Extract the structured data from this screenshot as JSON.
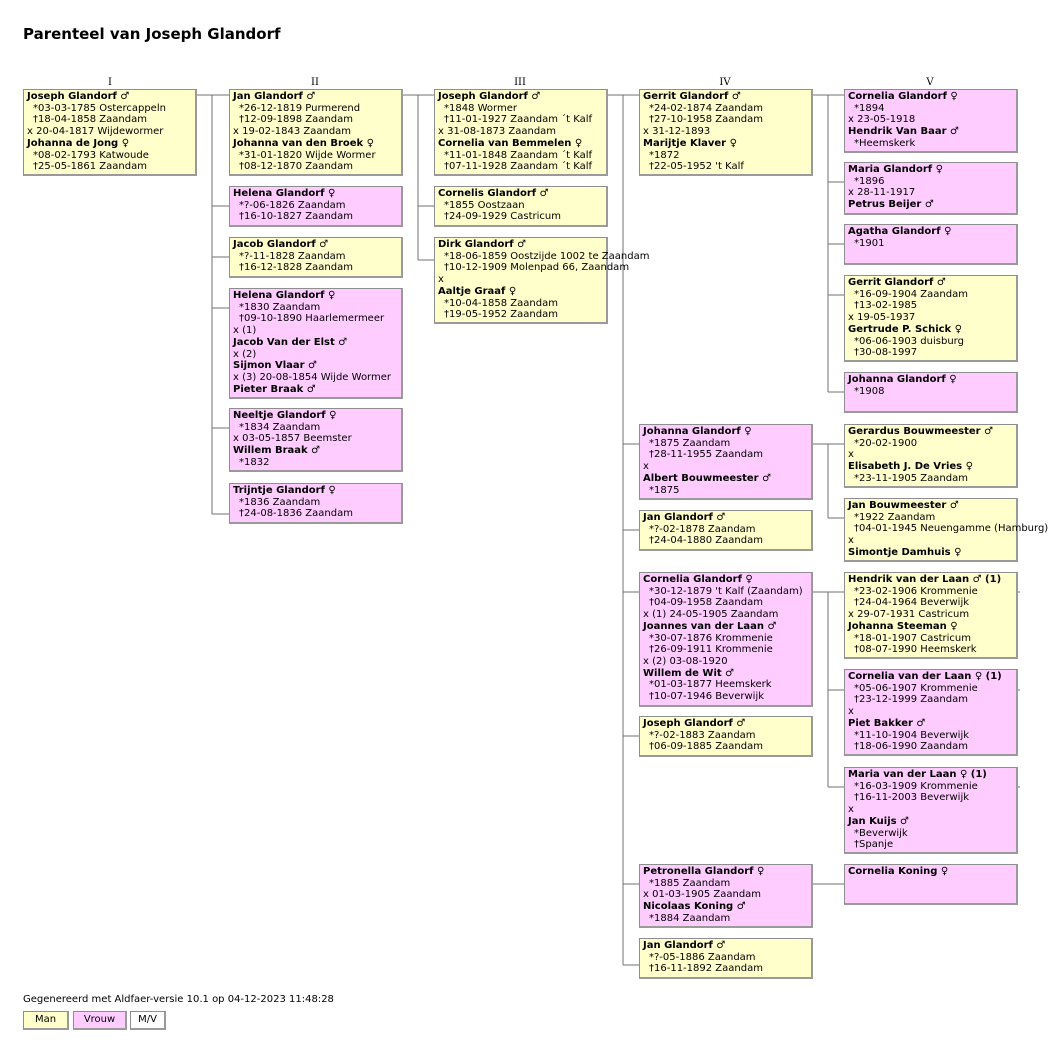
{
  "title": "Parenteel van Joseph Glandorf",
  "generations": [
    "I",
    "II",
    "III",
    "IV",
    "V"
  ],
  "persons": {
    "p1": {
      "sex": "m",
      "lines": [
        {
          "t": "n",
          "v": "Joseph Glandorf ♂"
        },
        {
          "t": "e",
          "v": "*03-03-1785 Ostercappeln"
        },
        {
          "t": "e",
          "v": "†18-04-1858 Zaandam"
        },
        {
          "t": "x",
          "v": "x 20-04-1817 Wijdewormer"
        },
        {
          "t": "n",
          "v": "Johanna de Jong ♀"
        },
        {
          "t": "e",
          "v": "*08-02-1793 Katwoude"
        },
        {
          "t": "e",
          "v": "†25-05-1861 Zaandam"
        }
      ]
    },
    "p2": {
      "sex": "m",
      "lines": [
        {
          "t": "n",
          "v": "Jan Glandorf ♂"
        },
        {
          "t": "e",
          "v": "*26-12-1819 Purmerend"
        },
        {
          "t": "e",
          "v": "†12-09-1898 Zaandam"
        },
        {
          "t": "x",
          "v": "x 19-02-1843 Zaandam"
        },
        {
          "t": "n",
          "v": "Johanna van den Broek ♀"
        },
        {
          "t": "e",
          "v": "*31-01-1820 Wijde Wormer"
        },
        {
          "t": "e",
          "v": "†08-12-1870 Zaandam"
        }
      ]
    },
    "p3": {
      "sex": "f",
      "lines": [
        {
          "t": "n",
          "v": "Helena Glandorf ♀"
        },
        {
          "t": "e",
          "v": "*?-06-1826 Zaandam"
        },
        {
          "t": "e",
          "v": "†16-10-1827 Zaandam"
        }
      ]
    },
    "p4": {
      "sex": "m",
      "lines": [
        {
          "t": "n",
          "v": "Jacob Glandorf ♂"
        },
        {
          "t": "e",
          "v": "*?-11-1828 Zaandam"
        },
        {
          "t": "e",
          "v": "†16-12-1828 Zaandam"
        }
      ]
    },
    "p5": {
      "sex": "f",
      "lines": [
        {
          "t": "n",
          "v": "Helena Glandorf ♀"
        },
        {
          "t": "e",
          "v": "*1830 Zaandam"
        },
        {
          "t": "e",
          "v": "†09-10-1890 Haarlemermeer"
        },
        {
          "t": "x",
          "v": "x (1)"
        },
        {
          "t": "n",
          "v": "Jacob Van der Elst ♂"
        },
        {
          "t": "x",
          "v": "x (2)"
        },
        {
          "t": "n",
          "v": "Sijmon Vlaar ♂"
        },
        {
          "t": "x",
          "v": "x (3) 20-08-1854 Wijde Wormer"
        },
        {
          "t": "n",
          "v": "Pieter Braak ♂"
        }
      ]
    },
    "p6": {
      "sex": "f",
      "lines": [
        {
          "t": "n",
          "v": "Neeltje Glandorf ♀"
        },
        {
          "t": "e",
          "v": "*1834 Zaandam"
        },
        {
          "t": "x",
          "v": "x 03-05-1857 Beemster"
        },
        {
          "t": "n",
          "v": "Willem Braak ♂"
        },
        {
          "t": "e",
          "v": "*1832"
        }
      ]
    },
    "p7": {
      "sex": "f",
      "lines": [
        {
          "t": "n",
          "v": "Trijntje Glandorf ♀"
        },
        {
          "t": "e",
          "v": "*1836 Zaandam"
        },
        {
          "t": "e",
          "v": "†24-08-1836 Zaandam"
        }
      ]
    },
    "p8": {
      "sex": "m",
      "lines": [
        {
          "t": "n",
          "v": "Joseph Glandorf ♂"
        },
        {
          "t": "e",
          "v": "*1848 Wormer"
        },
        {
          "t": "e",
          "v": "†11-01-1927 Zaandam ´t Kalf"
        },
        {
          "t": "x",
          "v": "x 31-08-1873 Zaandam"
        },
        {
          "t": "n",
          "v": "Cornelia van Bemmelen ♀"
        },
        {
          "t": "e",
          "v": "*11-01-1848 Zaandam ´t Kalf"
        },
        {
          "t": "e",
          "v": "†07-11-1928 Zaandam ´t Kalf"
        }
      ]
    },
    "p9": {
      "sex": "m",
      "lines": [
        {
          "t": "n",
          "v": "Cornelis Glandorf ♂"
        },
        {
          "t": "e",
          "v": "*1855 Oostzaan"
        },
        {
          "t": "e",
          "v": "†24-09-1929 Castricum"
        }
      ]
    },
    "p10": {
      "sex": "m",
      "lines": [
        {
          "t": "n",
          "v": "Dirk Glandorf ♂"
        },
        {
          "t": "e",
          "v": "*18-06-1859 Oostzijde 1002 te Zaandam"
        },
        {
          "t": "e",
          "v": "†10-12-1909 Molenpad 66, Zaandam"
        },
        {
          "t": "x",
          "v": "x"
        },
        {
          "t": "n",
          "v": "Aaltje Graaf ♀"
        },
        {
          "t": "e",
          "v": "*10-04-1858 Zaandam"
        },
        {
          "t": "e",
          "v": "†19-05-1952 Zaandam"
        }
      ]
    },
    "p11": {
      "sex": "m",
      "lines": [
        {
          "t": "n",
          "v": "Gerrit Glandorf ♂"
        },
        {
          "t": "e",
          "v": "*24-02-1874 Zaandam"
        },
        {
          "t": "e",
          "v": "†27-10-1958 Zaandam"
        },
        {
          "t": "x",
          "v": "x 31-12-1893"
        },
        {
          "t": "n",
          "v": "Marijtje Klaver ♀"
        },
        {
          "t": "e",
          "v": "*1872"
        },
        {
          "t": "e",
          "v": "†22-05-1952 't Kalf"
        }
      ]
    },
    "p12": {
      "sex": "f",
      "lines": [
        {
          "t": "n",
          "v": "Johanna Glandorf ♀"
        },
        {
          "t": "e",
          "v": "*1875 Zaandam"
        },
        {
          "t": "e",
          "v": "†28-11-1955 Zaandam"
        },
        {
          "t": "x",
          "v": "x"
        },
        {
          "t": "n",
          "v": "Albert Bouwmeester ♂"
        },
        {
          "t": "e",
          "v": "*1875"
        }
      ]
    },
    "p13": {
      "sex": "m",
      "lines": [
        {
          "t": "n",
          "v": "Jan Glandorf ♂"
        },
        {
          "t": "e",
          "v": "*?-02-1878 Zaandam"
        },
        {
          "t": "e",
          "v": "†24-04-1880 Zaandam"
        }
      ]
    },
    "p14": {
      "sex": "f",
      "lines": [
        {
          "t": "n",
          "v": "Cornelia Glandorf ♀"
        },
        {
          "t": "e",
          "v": "*30-12-1879 't Kalf (Zaandam)"
        },
        {
          "t": "e",
          "v": "†04-09-1958 Zaandam"
        },
        {
          "t": "x",
          "v": "x (1) 24-05-1905 Zaandam"
        },
        {
          "t": "n",
          "v": "Joannes van der Laan ♂"
        },
        {
          "t": "e",
          "v": "*30-07-1876 Krommenie"
        },
        {
          "t": "e",
          "v": "†26-09-1911 Krommenie"
        },
        {
          "t": "x",
          "v": "x (2) 03-08-1920"
        },
        {
          "t": "n",
          "v": "Willem de Wit ♂"
        },
        {
          "t": "e",
          "v": "*01-03-1877 Heemskerk"
        },
        {
          "t": "e",
          "v": "†10-07-1946 Beverwijk"
        }
      ]
    },
    "p15": {
      "sex": "m",
      "lines": [
        {
          "t": "n",
          "v": "Joseph Glandorf ♂"
        },
        {
          "t": "e",
          "v": "*?-02-1883 Zaandam"
        },
        {
          "t": "e",
          "v": "†06-09-1885 Zaandam"
        }
      ]
    },
    "p16": {
      "sex": "f",
      "lines": [
        {
          "t": "n",
          "v": "Petronella Glandorf ♀"
        },
        {
          "t": "e",
          "v": "*1885 Zaandam"
        },
        {
          "t": "x",
          "v": "x 01-03-1905 Zaandam"
        },
        {
          "t": "n",
          "v": "Nicolaas Koning ♂"
        },
        {
          "t": "e",
          "v": "*1884 Zaandam"
        }
      ]
    },
    "p17": {
      "sex": "m",
      "lines": [
        {
          "t": "n",
          "v": "Jan Glandorf ♂"
        },
        {
          "t": "e",
          "v": "*?-05-1886 Zaandam"
        },
        {
          "t": "e",
          "v": "†16-11-1892 Zaandam"
        }
      ]
    },
    "p18": {
      "sex": "f",
      "lines": [
        {
          "t": "n",
          "v": "Cornelia Glandorf ♀"
        },
        {
          "t": "e",
          "v": "*1894"
        },
        {
          "t": "x",
          "v": "x 23-05-1918"
        },
        {
          "t": "n",
          "v": "Hendrik Van Baar ♂"
        },
        {
          "t": "e",
          "v": "*Heemskerk"
        }
      ]
    },
    "p19": {
      "sex": "f",
      "lines": [
        {
          "t": "n",
          "v": "Maria Glandorf ♀"
        },
        {
          "t": "e",
          "v": "*1896"
        },
        {
          "t": "x",
          "v": "x 28-11-1917"
        },
        {
          "t": "n",
          "v": "Petrus Beijer ♂"
        }
      ]
    },
    "p20": {
      "sex": "f",
      "lines": [
        {
          "t": "n",
          "v": "Agatha Glandorf ♀"
        },
        {
          "t": "e",
          "v": "*1901"
        }
      ]
    },
    "p21": {
      "sex": "m",
      "lines": [
        {
          "t": "n",
          "v": "Gerrit Glandorf ♂"
        },
        {
          "t": "e",
          "v": "*16-09-1904 Zaandam"
        },
        {
          "t": "e",
          "v": "†13-02-1985"
        },
        {
          "t": "x",
          "v": "x 19-05-1937"
        },
        {
          "t": "n",
          "v": "Gertrude P. Schick ♀"
        },
        {
          "t": "e",
          "v": "*06-06-1903 duisburg"
        },
        {
          "t": "e",
          "v": "†30-08-1997"
        }
      ]
    },
    "p22": {
      "sex": "f",
      "lines": [
        {
          "t": "n",
          "v": "Johanna Glandorf ♀"
        },
        {
          "t": "e",
          "v": "*1908"
        }
      ]
    },
    "p23": {
      "sex": "m",
      "lines": [
        {
          "t": "n",
          "v": "Gerardus Bouwmeester ♂"
        },
        {
          "t": "e",
          "v": "*20-02-1900"
        },
        {
          "t": "x",
          "v": "x"
        },
        {
          "t": "n",
          "v": "Elisabeth J. De Vries ♀"
        },
        {
          "t": "e",
          "v": "*23-11-1905 Zaandam"
        }
      ]
    },
    "p24": {
      "sex": "m",
      "lines": [
        {
          "t": "n",
          "v": "Jan Bouwmeester ♂"
        },
        {
          "t": "e",
          "v": "*1922 Zaandam"
        },
        {
          "t": "e",
          "v": "†04-01-1945 Neuengamme (Hamburg)"
        },
        {
          "t": "x",
          "v": "x"
        },
        {
          "t": "n",
          "v": "Simontje Damhuis ♀"
        }
      ]
    },
    "p25": {
      "sex": "m",
      "lines": [
        {
          "t": "n",
          "v": "Hendrik van der Laan ♂ (1)"
        },
        {
          "t": "e",
          "v": "*23-02-1906 Krommenie"
        },
        {
          "t": "e",
          "v": "†24-04-1964 Beverwijk"
        },
        {
          "t": "x",
          "v": "x 29-07-1931 Castricum"
        },
        {
          "t": "n",
          "v": "Johanna Steeman ♀"
        },
        {
          "t": "e",
          "v": "*18-01-1907 Castricum"
        },
        {
          "t": "e",
          "v": "†08-07-1990 Heemskerk"
        }
      ]
    },
    "p26": {
      "sex": "f",
      "lines": [
        {
          "t": "n",
          "v": "Cornelia van der Laan ♀ (1)"
        },
        {
          "t": "e",
          "v": "*05-06-1907 Krommenie"
        },
        {
          "t": "e",
          "v": "†23-12-1999 Zaandam"
        },
        {
          "t": "x",
          "v": "x"
        },
        {
          "t": "n",
          "v": "Piet Bakker ♂"
        },
        {
          "t": "e",
          "v": "*11-10-1904 Beverwijk"
        },
        {
          "t": "e",
          "v": "†18-06-1990 Zaandam"
        }
      ]
    },
    "p27": {
      "sex": "f",
      "lines": [
        {
          "t": "n",
          "v": "Maria van der Laan ♀ (1)"
        },
        {
          "t": "e",
          "v": "*16-03-1909 Krommenie"
        },
        {
          "t": "e",
          "v": "†16-11-2003 Beverwijk"
        },
        {
          "t": "x",
          "v": "x"
        },
        {
          "t": "n",
          "v": "Jan Kuijs ♂"
        },
        {
          "t": "e",
          "v": "*Beverwijk"
        },
        {
          "t": "e",
          "v": "†Spanje"
        }
      ]
    },
    "p28": {
      "sex": "f",
      "lines": [
        {
          "t": "n",
          "v": "Cornelia Koning ♀"
        }
      ]
    }
  },
  "footer": "Gegenereerd met Aldfaer-versie 10.1 op 04-12-2023 11:48:28",
  "legend": {
    "man": "Man",
    "vrouw": "Vrouw",
    "mv": "M/V"
  },
  "colors": {
    "man": "#ffffcc",
    "vrouw": "#ffccff",
    "border": "#8e8e8e",
    "line": "#707070"
  }
}
